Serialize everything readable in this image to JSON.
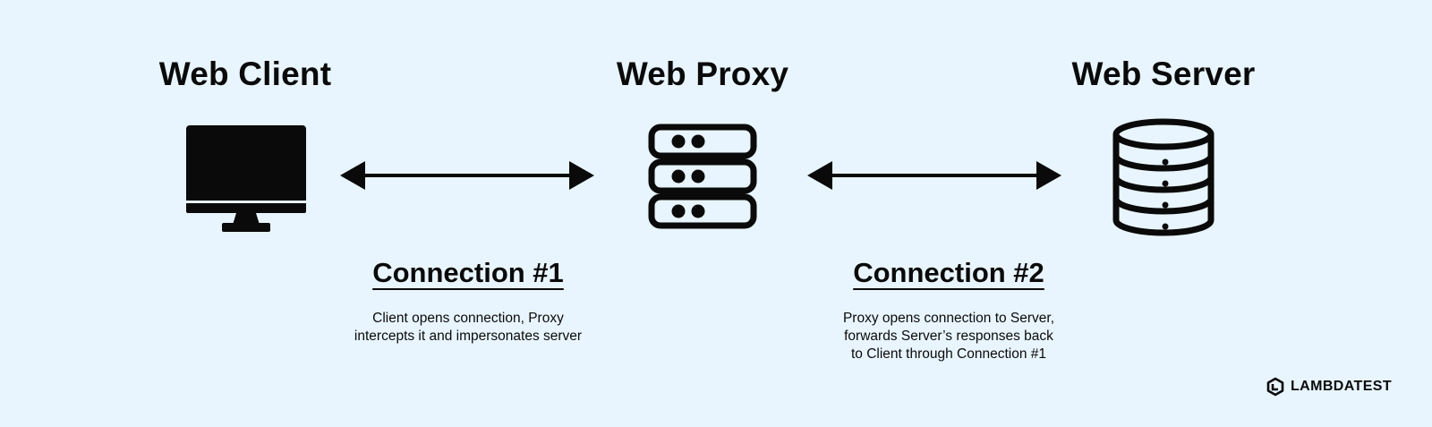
{
  "nodes": {
    "client": {
      "label": "Web Client",
      "icon": "monitor-icon"
    },
    "proxy": {
      "label": "Web Proxy",
      "icon": "server-rack-icon"
    },
    "server": {
      "label": "Web Server",
      "icon": "database-icon"
    }
  },
  "connections": [
    {
      "title": "Connection #1",
      "lines": [
        "Client opens connection, Proxy",
        "intercepts it and impersonates server"
      ]
    },
    {
      "title": "Connection #2",
      "lines": [
        "Proxy opens connection to Server,",
        "forwards Server’s responses back",
        "to Client through Connection #1"
      ]
    }
  ],
  "brand": {
    "name": "LAMBDATEST",
    "icon": "lambdatest-logo-icon"
  },
  "colors": {
    "background": "#e8f5fe",
    "ink": "#0a0a0a"
  }
}
